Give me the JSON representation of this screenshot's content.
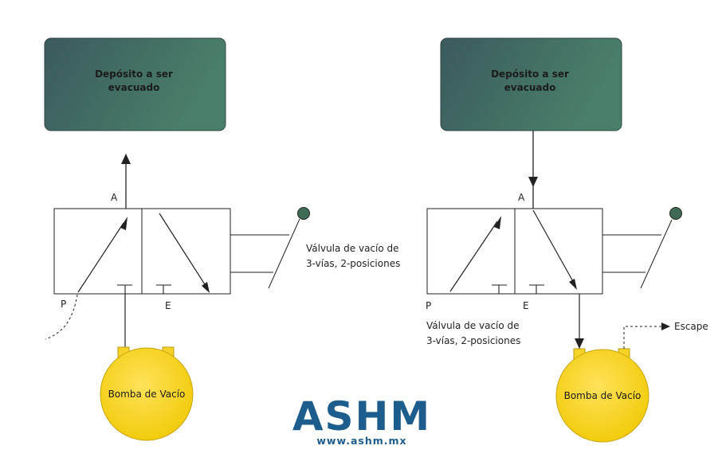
{
  "left": {
    "tank": {
      "line1": "Depósito a ser",
      "line2": "evacuado"
    },
    "port_a": "A",
    "port_p": "P",
    "port_e": "E",
    "valve_label_line1": "Válvula de vacío de",
    "valve_label_line2": "3-vías, 2-posiciones",
    "pump_label": "Bomba de Vacío"
  },
  "right": {
    "tank": {
      "line1": "Depósito a ser",
      "line2": "evacuado"
    },
    "port_a": "A",
    "port_p": "P",
    "port_e": "E",
    "valve_label_line1": "Válvula de vacío de",
    "valve_label_line2": "3-vías, 2-posiciones",
    "pump_label": "Bomba de Vacío",
    "escape_label": "Escape"
  },
  "logo": {
    "name": "ASHM",
    "url": "www.ashm.mx"
  },
  "colors": {
    "tank_gradient_start": "#3b5b5d",
    "tank_gradient_end": "#4a7e6a",
    "pump_fill": "#f5d327",
    "pump_stroke": "#b99d10",
    "knob_fill": "#3f6b55",
    "logo_blue": "#1d5d8e",
    "line": "#222222"
  }
}
